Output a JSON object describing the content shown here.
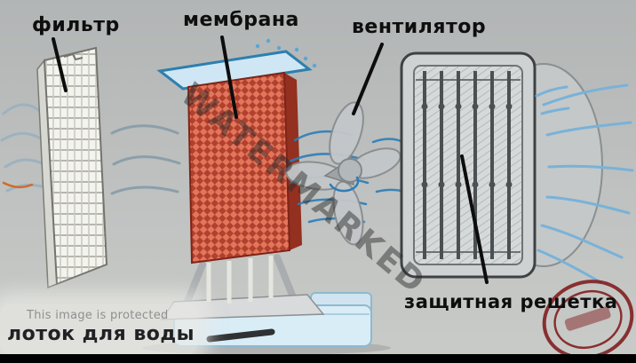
{
  "labels": {
    "filter": "фильтр",
    "membrane": "мембрана",
    "fan": "вентилятор",
    "grille": "защитная решетка",
    "water_tray": "лоток для воды"
  },
  "watermarks": {
    "diagonal": "WATERMARKED",
    "protected_notice": "This image is protected"
  },
  "colors": {
    "membrane_red": "#b1402f",
    "membrane_red_light": "#e2765a",
    "airflow_blue": "#2d7db8",
    "airflow_blue_light": "#79b2d8",
    "tray_blue": "#d9edf7",
    "stamp_red": "#7e1517",
    "background_gray": "#bfc2c0",
    "pointer_black": "#0d0d0d"
  }
}
